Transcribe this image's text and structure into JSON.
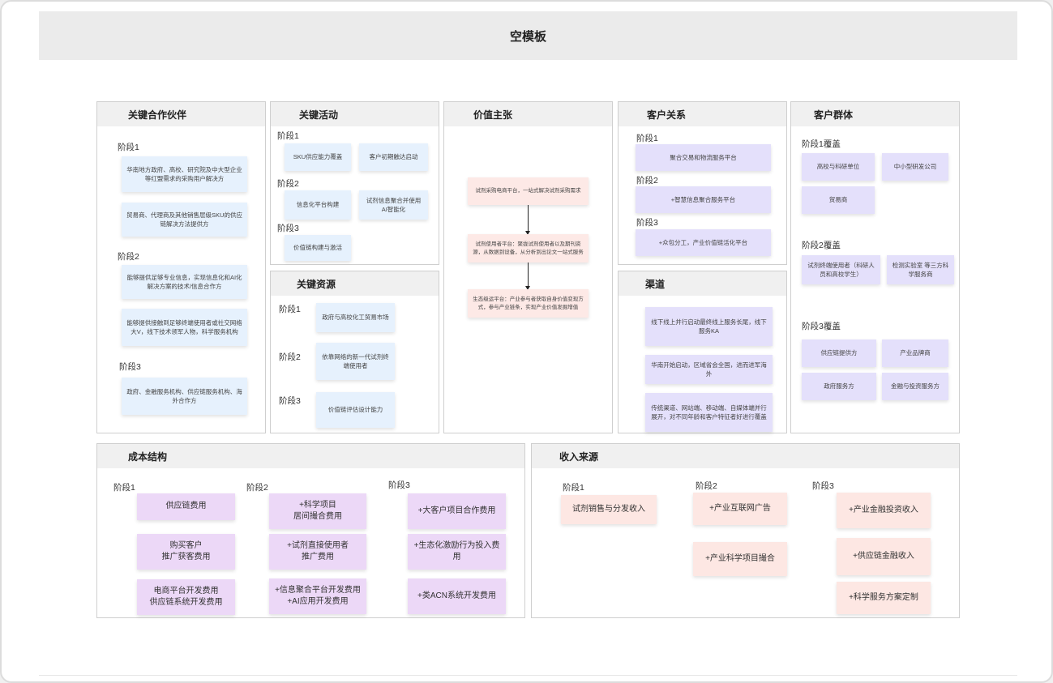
{
  "title": "空模板",
  "partners": {
    "header": "关键合作伙伴",
    "stage1": "阶段1",
    "s1_notes": [
      "华南地方政府、高校、研究院及中大型企业等红盟需求的采购用户解决方",
      "贸易商、代理商及其他销售层级SKU的供应链解决方法提供方"
    ],
    "stage2": "阶段2",
    "s2_notes": [
      "能够提供足够专业信息，实现信息化和AI化解决方案的技术/信息合作方",
      "能够提供接触到足够终端使用者或社交网络大V，线下技术领军人物，科学服务机构"
    ],
    "stage3": "阶段3",
    "s3_notes": [
      "政府、金融服务机构、供应链服务机构、海外合作方"
    ]
  },
  "activities": {
    "header": "关键活动",
    "stage1": "阶段1",
    "s1_notes": [
      "SKU供应能力覆盖",
      "客户初期触达启动"
    ],
    "stage2": "阶段2",
    "s2_notes": [
      "信息化平台构建",
      "试剂信息聚合并使用AI智能化"
    ],
    "stage3": "阶段3",
    "s3_notes": [
      "价值链构建与激活"
    ]
  },
  "resources": {
    "header": "关键资源",
    "stage1": "阶段1",
    "s1_notes": [
      "政府与高校化工贸易市场"
    ],
    "stage2": "阶段2",
    "s2_notes": [
      "依靠网络的新一代试剂终端使用者"
    ],
    "stage3": "阶段3",
    "s3_notes": [
      "价值链评估设计能力"
    ]
  },
  "value": {
    "header": "价值主张",
    "notes": [
      "试剂采购电商平台，一站式解决试剂采购需求",
      "试剂使用者平台：聚拢试剂使用者以及期刊资源，从数据到设备，从分析到出论文一站式服务",
      "生态级运平台：产业参与者获取自身价值变现方式，参与产业链条，实现产业价值发掘增值"
    ]
  },
  "relations": {
    "header": "客户关系",
    "stage1": "阶段1",
    "s1_notes": [
      "聚合交易和物流服务平台"
    ],
    "stage2": "阶段2",
    "s2_notes": [
      "+智慧信息聚合服务平台"
    ],
    "stage3": "阶段3",
    "s3_notes": [
      "+众包分工，产业价值链活化平台"
    ]
  },
  "channels": {
    "header": "渠道",
    "notes": [
      "线下线上并行启动最终线上服务长尾，线下服务KA",
      "华南开始启动，区域省会全国，进而进军海外",
      "传统渠道、网站端、移动端、自媒体端并行展开，对不同年龄和客户特征者好进行覆盖"
    ]
  },
  "segments": {
    "header": "客户群体",
    "stage1": "阶段1覆盖",
    "s1_notes": [
      "高校与科研单位",
      "中小型研发公司",
      "贸易商"
    ],
    "stage2": "阶段2覆盖",
    "s2_notes": [
      "试剂终端使用者（科研人员和高校学生）",
      "检测实验室 等三方科学服务商"
    ],
    "stage3": "阶段3覆盖",
    "s3_notes": [
      "供应链提供方",
      "产业品牌商",
      "政府服务方",
      "金融与投资服务方"
    ]
  },
  "cost": {
    "header": "成本结构",
    "stage1": "阶段1",
    "s1_notes": [
      "供应链费用",
      "购买客户\n推广获客费用",
      "电商平台开发费用\n供应链系统开发费用"
    ],
    "stage2": "阶段2",
    "s2_notes": [
      "+科学项目\n居间撮合费用",
      "+试剂直接使用者\n推广费用",
      "+信息聚合平台开发费用\n+AI应用开发费用"
    ],
    "stage3": "阶段3",
    "s3_notes": [
      "+大客户项目合作费用",
      "+生态化激励行为投入费用",
      "+类ACN系统开发费用"
    ]
  },
  "revenue": {
    "header": "收入来源",
    "stage1": "阶段1",
    "s1_notes": [
      "试剂销售与分发收入"
    ],
    "stage2": "阶段2",
    "s2_notes": [
      "+产业互联网广告",
      "+产业科学项目撮合"
    ],
    "stage3": "阶段3",
    "s3_notes": [
      "+产业金融投资收入",
      "+供应链金融收入",
      "+科学服务方案定制"
    ]
  }
}
